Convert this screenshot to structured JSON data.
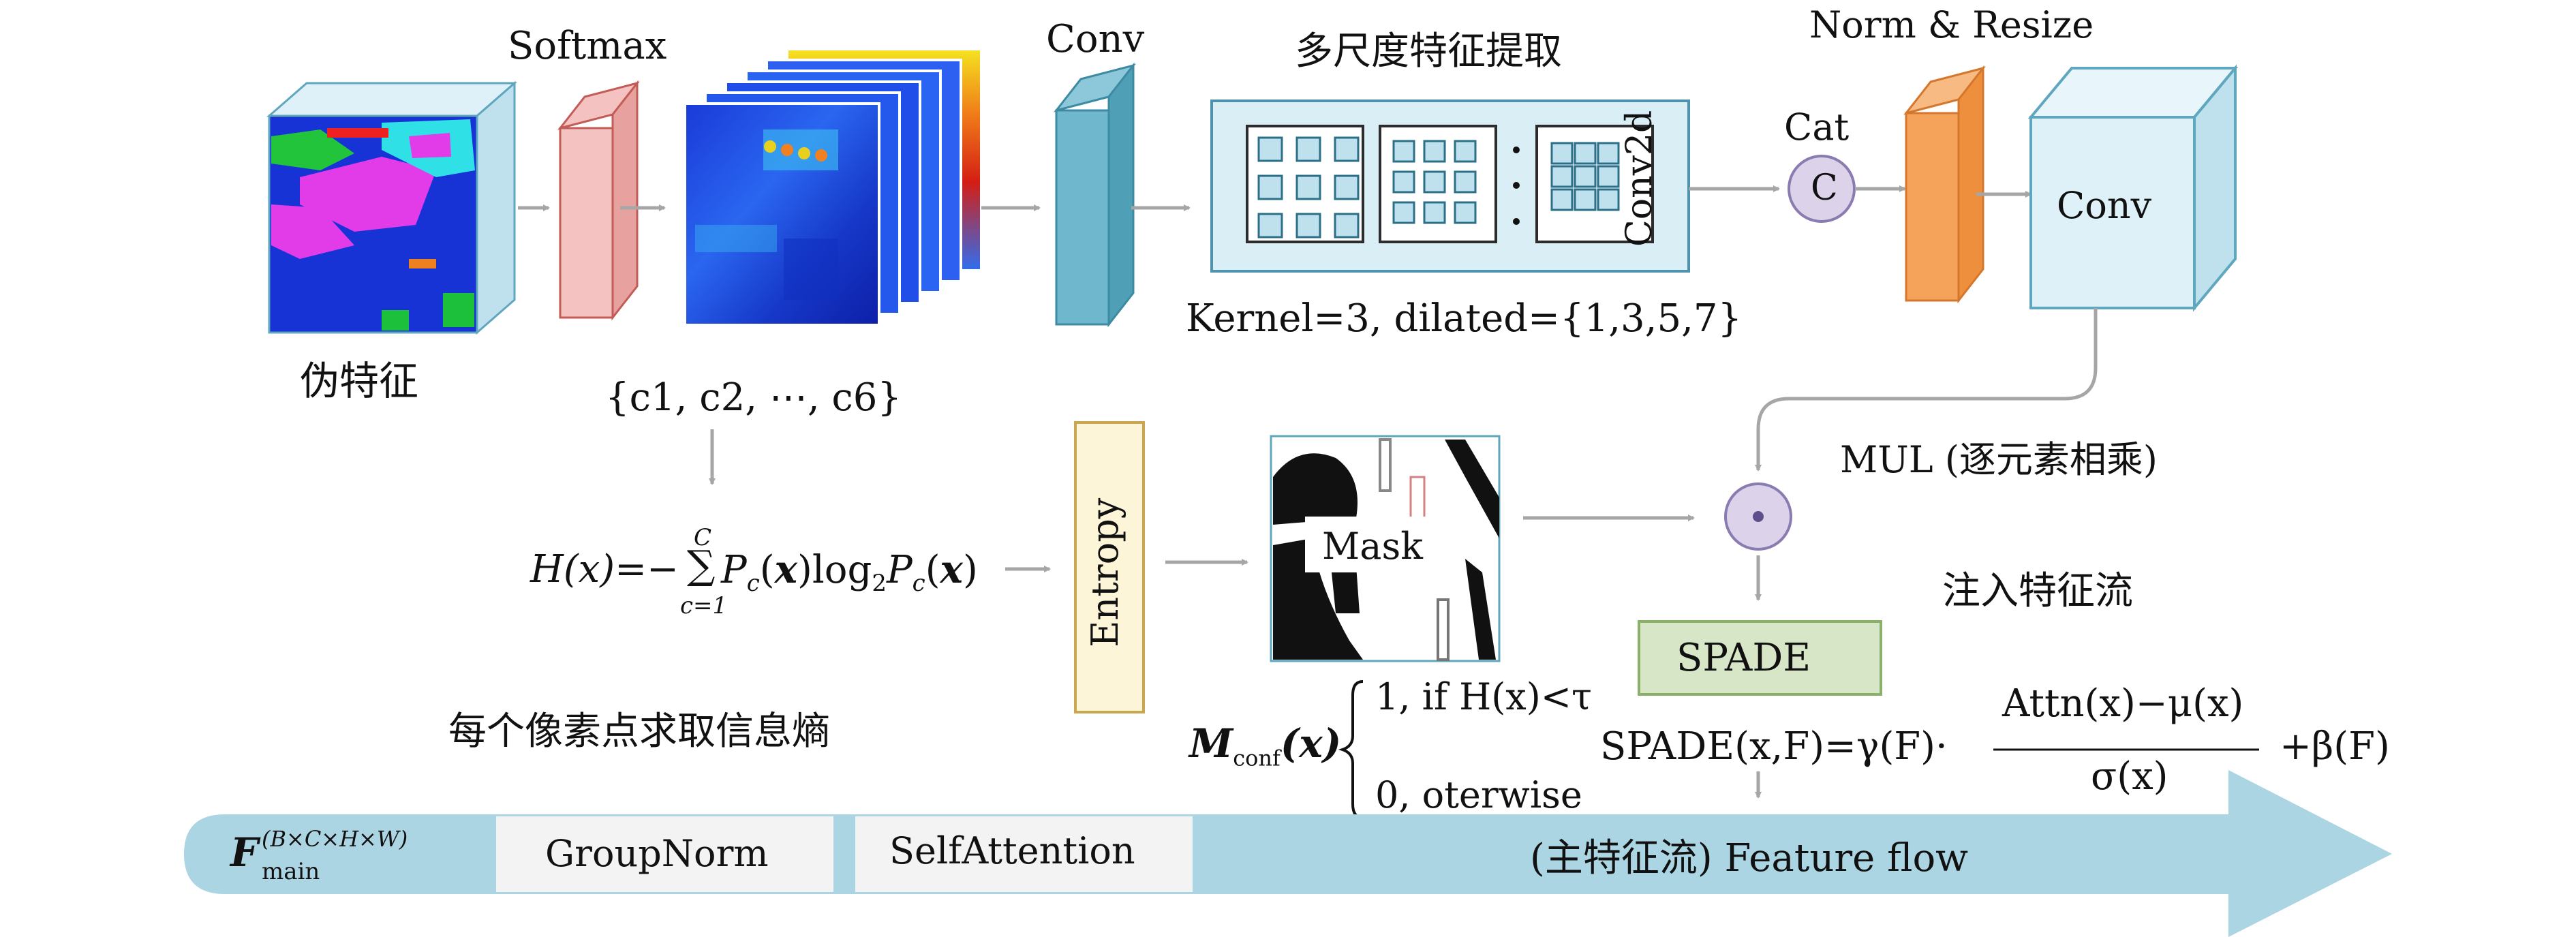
{
  "labels": {
    "softmax": "Softmax",
    "pseudo_feature": "伪特征",
    "classes": "{c1, c2, ⋯, c6}",
    "conv_top": "Conv",
    "multiscale_title": "多尺度特征提取",
    "kernel": "Kernel=3, dilated={1,3,5,7}",
    "conv2d": "Conv2d",
    "cat": "Cat",
    "cat_symbol": "C",
    "norm_resize": "Norm & Resize",
    "conv_box": "Conv",
    "mul": "MUL (逐元素相乘)",
    "entropy": "Entropy",
    "mask": "Mask",
    "spade": "SPADE",
    "inject": "注入特征流",
    "per_pixel": "每个像素点求取信息熵",
    "groupnorm": "GroupNorm",
    "selfattention": "SelfAttention",
    "feature_flow": "(主特征流)  Feature flow"
  },
  "formulas": {
    "entropy_lhs": "H(x)=−",
    "entropy_sum_top": "C",
    "entropy_sum_bottom": "c=1",
    "entropy_rhs": "P",
    "entropy_sub": "c",
    "mconf_name": "M",
    "mconf_sub": "conf",
    "mconf_arg": "(x)",
    "case1": "1, if  H(x)<τ",
    "case2": "0, oterwise",
    "spade_lhs": "SPADE(x,F)=γ(F)·",
    "spade_num": "Attn(x)−μ(x)",
    "spade_den": "σ(x)",
    "spade_tail": "+β(F)",
    "fmain": "F",
    "fmain_sup": "(B×C×H×W)",
    "fmain_sub": "main"
  },
  "colors": {
    "arrow": "#a6a6a6",
    "cube_fill": "#dff1f8",
    "cube_edge": "#5fa6bf",
    "softmax_fill": "#f4c3c1",
    "softmax_edge": "#c35b57",
    "conv_slab_fill": "#6fb7cc",
    "conv_slab_edge": "#3d8aa3",
    "norm_fill": "#f5a35a",
    "norm_edge": "#d4772c",
    "entropy_fill": "#fdf5d8",
    "entropy_edge": "#c9a64f",
    "spade_fill": "#d6e6c6",
    "spade_edge": "#8bb06a",
    "multiscale_fill": "#daeef5",
    "multiscale_edge": "#4d93ad",
    "circle_fill": "#dcd3ea",
    "circle_edge": "#8a7bb0",
    "flow_fill": "#acd5e3",
    "flow_panel": "#f3f3f3"
  },
  "icons": [
    "arrow-icon",
    "cube-icon",
    "circle-dot-icon",
    "concat-icon"
  ]
}
